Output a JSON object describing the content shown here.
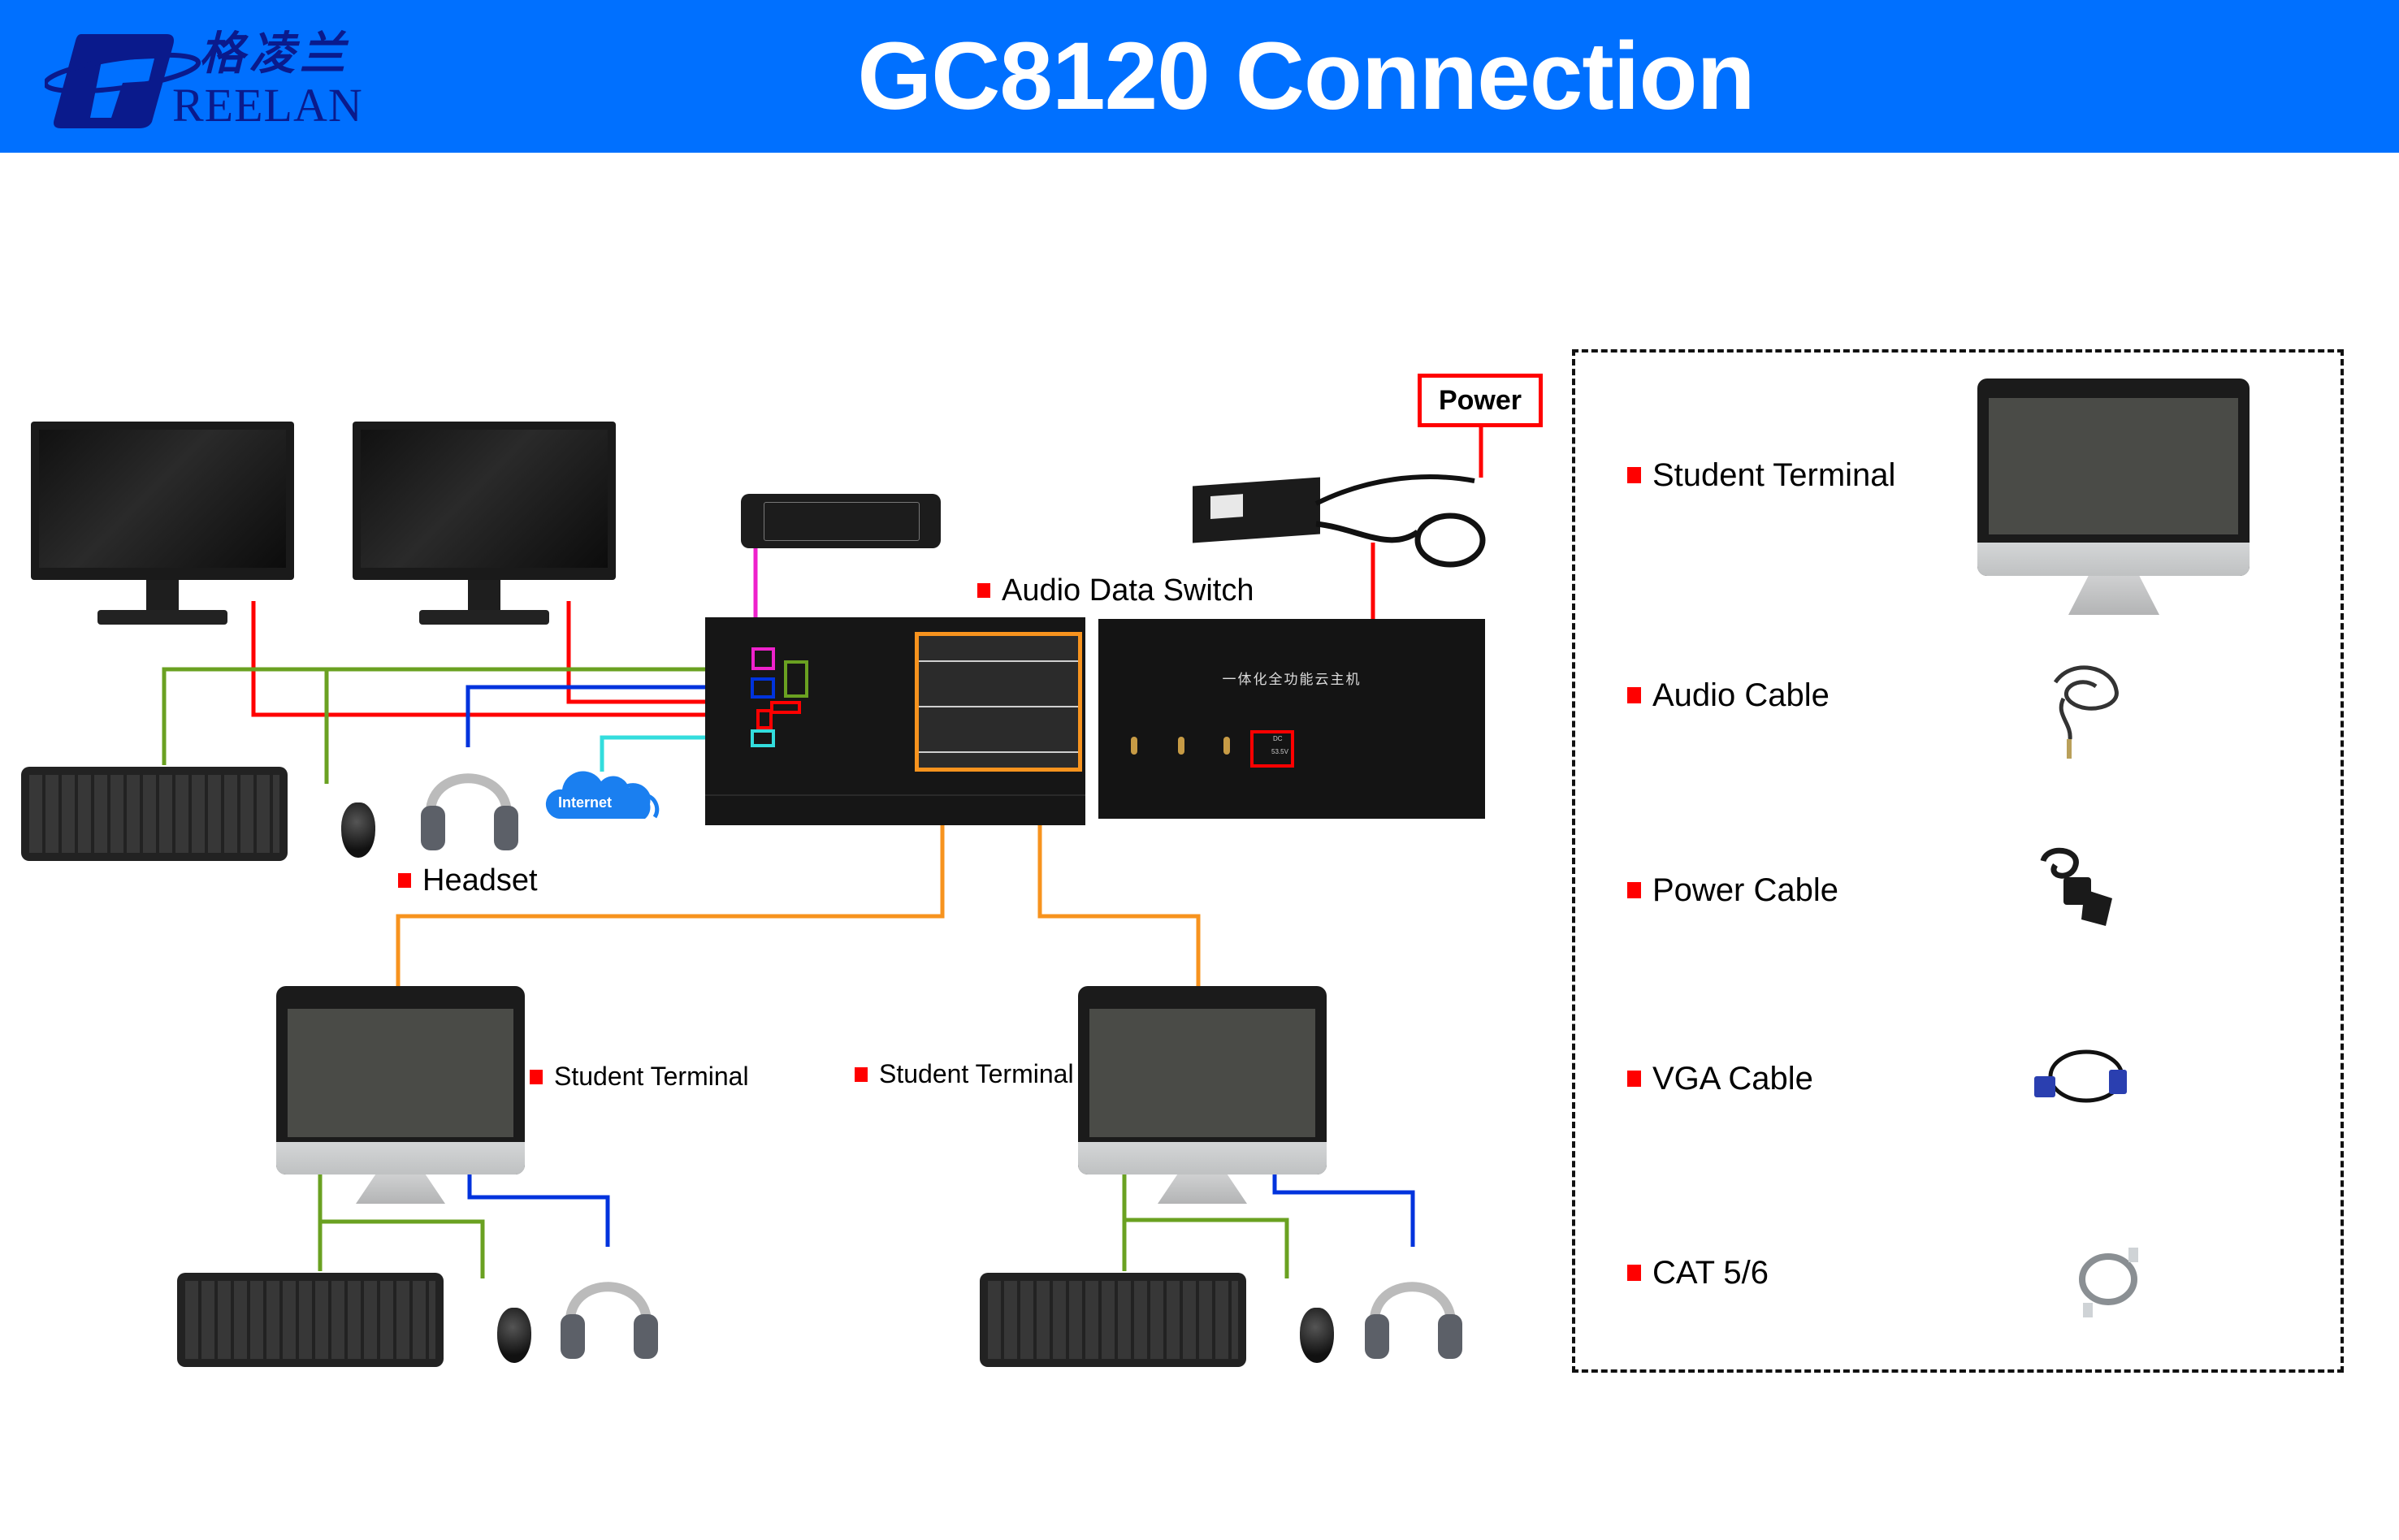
{
  "header": {
    "title": "GC8120 Connection",
    "logo_cn": "格凌兰",
    "logo_en": "REELAN",
    "background": "#0070ff"
  },
  "diagram": {
    "labels": {
      "audio_data_switch": "Audio Data Switch",
      "headset": "Headset",
      "student_terminal_left": "Student Terminal",
      "student_terminal_right": "Student Terminal",
      "power": "Power",
      "internet": "Internet"
    },
    "cloud_host": {
      "name": "一体化全功能云主机",
      "dc_label": "DC",
      "voltage": "53.5V"
    },
    "cable_colors": {
      "vga": "#ff0000",
      "usb": "#6aa121",
      "audio": "#0033dd",
      "network": "#33dddd",
      "control": "#ee22cc",
      "cat": "#f7931e",
      "power": "#ff0000"
    },
    "devices": [
      "teacher-monitor-1",
      "teacher-monitor-2",
      "control-panel",
      "audio-data-switch",
      "cloud-host",
      "power-adapter",
      "keyboard",
      "mouse",
      "headset",
      "internet-cloud",
      "student-terminal-left",
      "student-terminal-right"
    ]
  },
  "legend": {
    "items": [
      {
        "label": "Student Terminal",
        "icon": "all-in-one-pc-icon"
      },
      {
        "label": "Audio Cable",
        "icon": "audio-cable-icon"
      },
      {
        "label": "Power Cable",
        "icon": "power-cable-icon"
      },
      {
        "label": "VGA Cable",
        "icon": "vga-cable-icon"
      },
      {
        "label": "CAT 5/6",
        "icon": "cat-cable-icon"
      }
    ]
  }
}
